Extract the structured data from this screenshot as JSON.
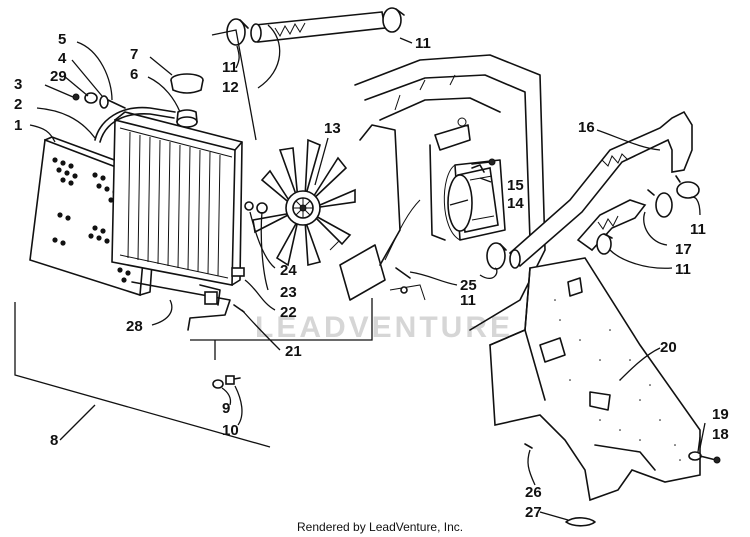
{
  "diagram": {
    "callouts": [
      "1",
      "2",
      "3",
      "29",
      "4",
      "5",
      "6",
      "7",
      "11",
      "12",
      "11",
      "13",
      "15",
      "14",
      "16",
      "11",
      "17",
      "11",
      "11",
      "24",
      "23",
      "22",
      "25",
      "28",
      "21",
      "20",
      "9",
      "10",
      "8",
      "19",
      "18",
      "26",
      "27"
    ],
    "watermark": "LEADVENTURE",
    "footer": "Rendered by LeadVenture, Inc."
  }
}
